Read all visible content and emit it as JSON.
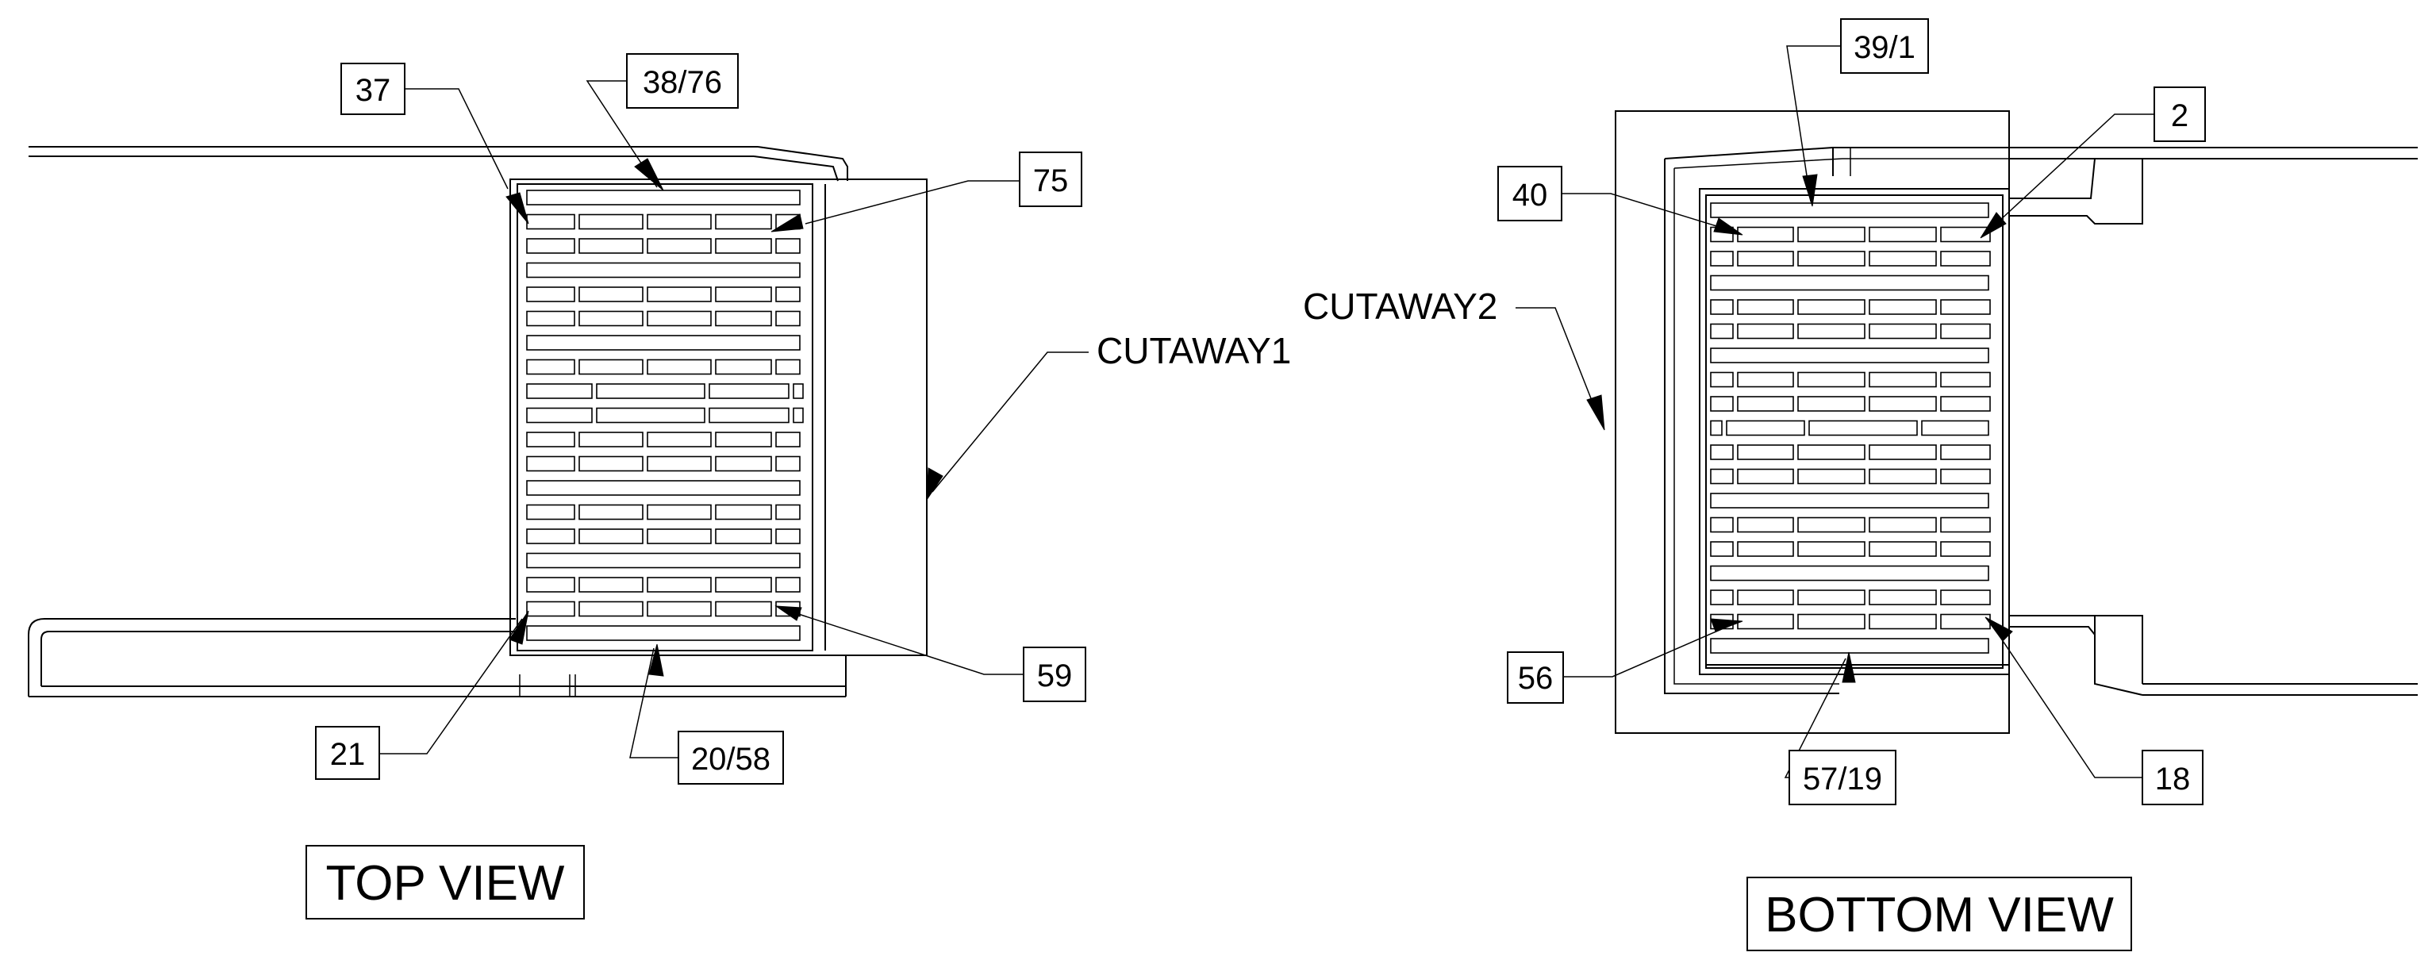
{
  "views": {
    "top": {
      "title": "TOP VIEW",
      "cutaway": "CUTAWAY1",
      "callouts": {
        "c37": "37",
        "c38_76": "38/76",
        "c75": "75",
        "c59": "59",
        "c21": "21",
        "c20_58": "20/58"
      }
    },
    "bottom": {
      "title": "BOTTOM VIEW",
      "cutaway": "CUTAWAY2",
      "callouts": {
        "c39_1": "39/1",
        "c2": "2",
        "c40": "40",
        "c56": "56",
        "c57_19": "57/19",
        "c18": "18"
      }
    }
  }
}
